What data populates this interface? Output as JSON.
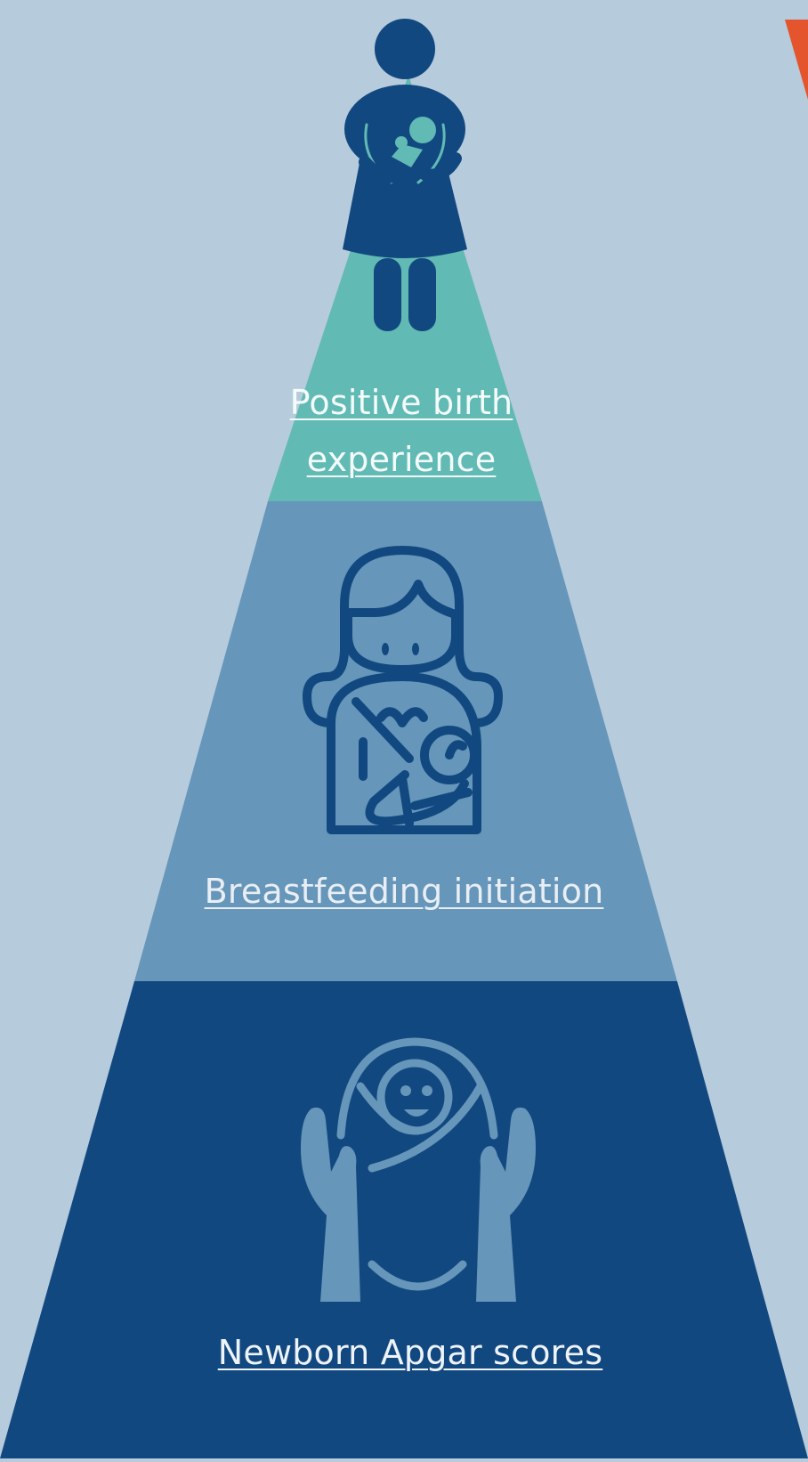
{
  "diagram": {
    "tiers": [
      {
        "label_lines": [
          "Positive birth",
          "experience"
        ],
        "icon": "mother-holding-baby-icon",
        "color": "#61bab4"
      },
      {
        "label": "Breastfeeding initiation",
        "icon": "breastfeeding-mother-icon",
        "color": "#6696ba"
      },
      {
        "label": "Newborn Apgar scores",
        "icon": "hands-holding-newborn-icon",
        "color": "#124880"
      }
    ],
    "colors": {
      "background": "#b6cbdc",
      "icon_dark": "#124880",
      "icon_light": "#6696ba",
      "accent": "#e4542d"
    }
  }
}
